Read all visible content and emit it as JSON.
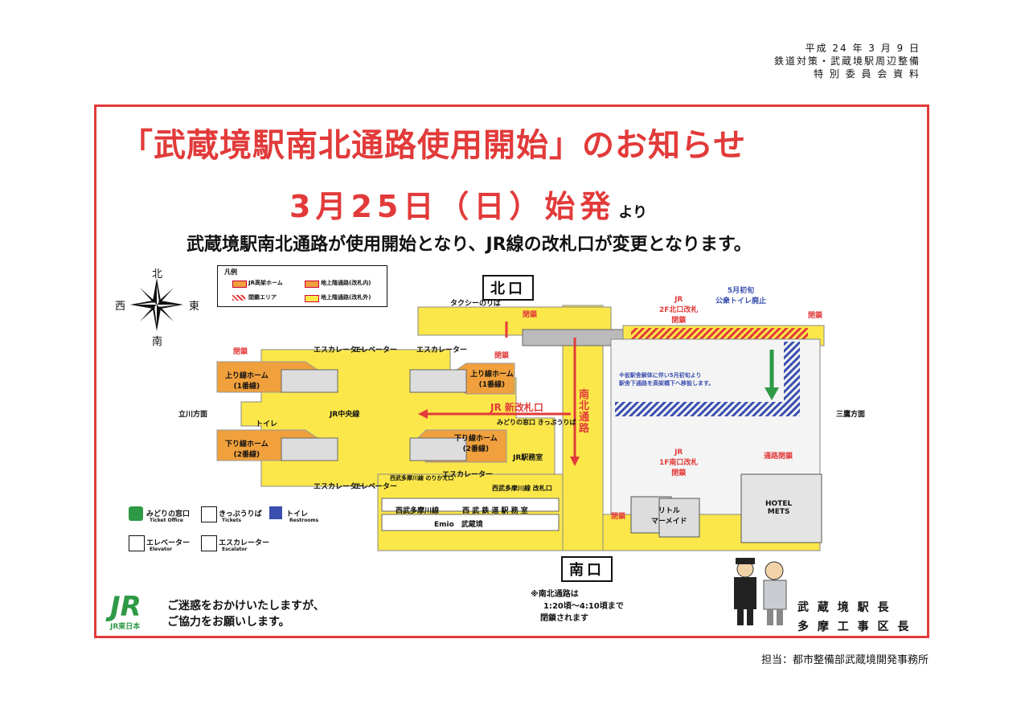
{
  "header": {
    "date_line": "平成 24 年 3 月 9 日",
    "committee_line": "鉄道対策・武蔵境駅周辺整備",
    "material_line": "特 別 委 員 会 資 料"
  },
  "notice": {
    "title": "「武蔵境駅南北通路使用開始」のお知らせ",
    "date": "3月25日（日）始発",
    "date_suffix": "より",
    "subtitle": "武蔵境駅南北通路が使用開始となり、JR線の改札口が変更となります。"
  },
  "compass": {
    "north": "北",
    "south": "南",
    "west": "西",
    "east": "東"
  },
  "legend": {
    "title": "凡例",
    "items": [
      "JR高架ホーム",
      "地上階通路(改札内)",
      "閉鎖エリア",
      "地上階通路(改札外)"
    ]
  },
  "map": {
    "north_exit": "北口",
    "south_exit": "南口",
    "taxi": "タクシーのりば",
    "closed": "閉鎖",
    "up_platform": "上り線ホーム",
    "up_platform_num": "(1番線)",
    "down_platform": "下り線ホーム",
    "down_platform_num": "(2番線)",
    "escalator": "エスカレーター",
    "elevator": "エレベーター",
    "jr_central": "JR中央線",
    "toilet": "トイレ",
    "new_gate": "JR 新改札口",
    "midori_kippu": "みどりの窓口 きっぷうりば",
    "jr_office": "JR駅務室",
    "seibu_gate": "西武多摩川線 改札口",
    "seibu_platform": "西武多摩川線 のりかえ口",
    "seibu_line": "西武多摩川線",
    "seibu_office": "西 武 鉄 道 駅 務 室",
    "emio": "Emio　武蔵境",
    "tachikawa": "立川方面",
    "mitaka": "三鷹方面",
    "passage": "南北通路",
    "toilet_closed_1": "5月初旬",
    "toilet_closed_2": "公衆トイレ廃止",
    "jr2f_1": "JR",
    "jr2f_2": "2F北口改札",
    "jr2f_3": "閉鎖",
    "jr1f_1": "JR",
    "jr1f_2": "1F南口改札",
    "jr1f_3": "閉鎖",
    "temp_note_1": "※仮駅舎解体に伴い5月初旬より",
    "temp_note_2": "駅舎下通路を高架橋下へ移設します。",
    "road_closed": "通路閉鎖",
    "little_mermaid_1": "リトル",
    "little_mermaid_2": "マーメイド",
    "hotel_1": "HOTEL",
    "hotel_2": "METS"
  },
  "icon_legend": {
    "midori": "みどりの窓口",
    "midori_en": "Ticket Office",
    "kippu": "きっぷうりば",
    "kippu_en": "Tickets",
    "toilet": "トイレ",
    "toilet_en": "Restrooms",
    "elevator": "エレベーター",
    "elevator_en": "Elevator",
    "escalator": "エスカレーター",
    "escalator_en": "Escalator"
  },
  "jr_logo": {
    "mark": "JR",
    "caption": "JR東日本"
  },
  "apology": {
    "line1": "ご迷惑をおかけいたしますが、",
    "line2": "ご協力をお願いします。"
  },
  "closure_note": {
    "line1": "※南北通路は",
    "line2": "1:20頃～4:10頃まで",
    "line3": "閉鎖されます"
  },
  "signature": {
    "line1": "武 蔵 境 駅 長",
    "line2": "多 摩 工 事 区 長"
  },
  "footer": "担当：都市整備部武蔵境開発事務所",
  "colors": {
    "red": "#e23a3a",
    "yellow": "#fbe74a",
    "orange": "#f0a03c",
    "blue": "#3a4fb0",
    "green": "#2e9a46"
  }
}
